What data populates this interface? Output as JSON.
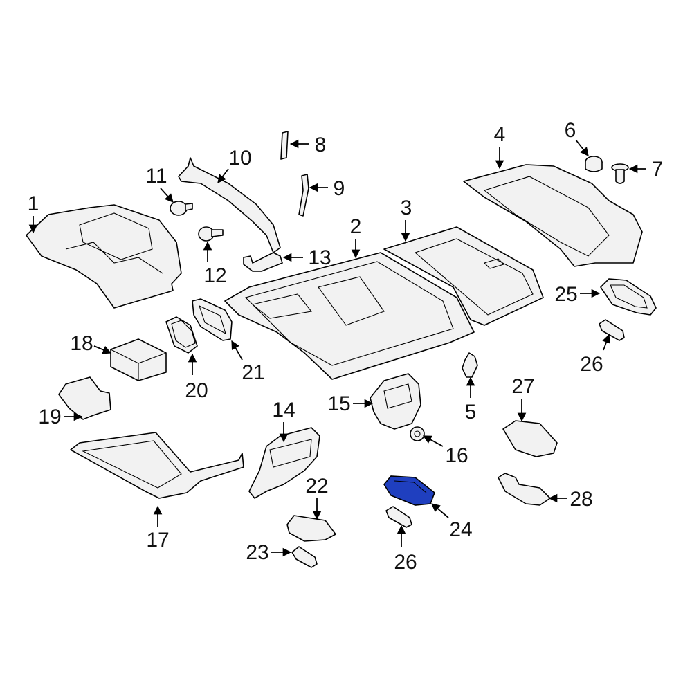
{
  "colors": {
    "highlight": "#1f3fbf",
    "line": "#000000",
    "fill": "#f2f2f2"
  },
  "highlighted_part": "24",
  "callouts": {
    "c1": "1",
    "c2": "2",
    "c3": "3",
    "c4": "4",
    "c5": "5",
    "c6": "6",
    "c7": "7",
    "c8": "8",
    "c9": "9",
    "c10": "10",
    "c11": "11",
    "c12": "12",
    "c13": "13",
    "c14": "14",
    "c15": "15",
    "c16": "16",
    "c17": "17",
    "c18": "18",
    "c19": "19",
    "c20": "20",
    "c21": "21",
    "c22": "22",
    "c23": "23",
    "c24": "24",
    "c25": "25",
    "c26a": "26",
    "c26b": "26",
    "c27": "27",
    "c28": "28"
  }
}
